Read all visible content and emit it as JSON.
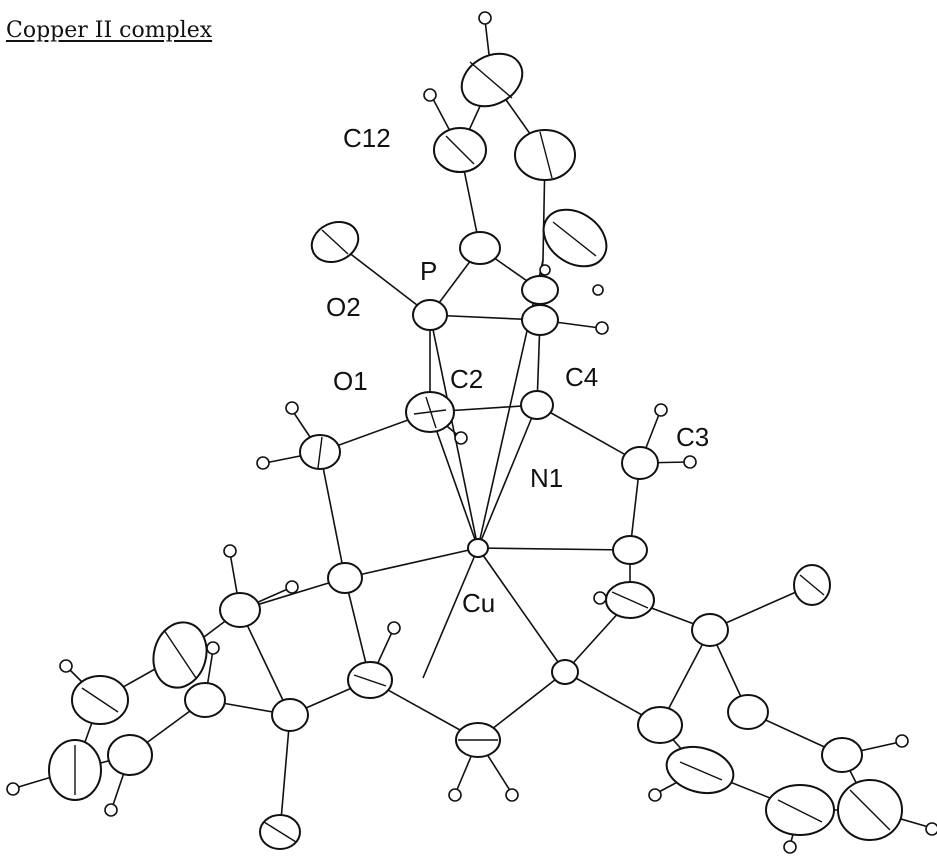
{
  "title": "Copper II complex",
  "atom_labels": {
    "c12": "C12",
    "p": "P",
    "o2": "O2",
    "o1": "O1",
    "c2": "C2",
    "c4": "C4",
    "c3": "C3",
    "n1": "N1",
    "cu": "Cu"
  }
}
